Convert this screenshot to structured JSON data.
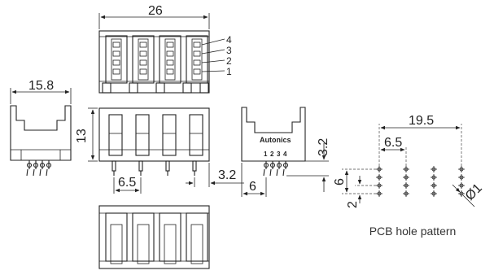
{
  "dimensions": {
    "width_top": "26",
    "width_side": "15.8",
    "height": "13",
    "pitch_front": "6.5",
    "offset_front": "3.2",
    "pcb_span": "19.5",
    "pcb_pitch": "6.5",
    "side_height": "3.2",
    "side_offset": "6",
    "pcb_vertical": "6",
    "pcb_small": "2",
    "hole_diameter": "Ø1"
  },
  "pin_labels": [
    "4",
    "3",
    "2",
    "1"
  ],
  "side_pin_labels": [
    "1",
    "2",
    "3",
    "4"
  ],
  "brand": "Autonics",
  "caption": "PCB hole pattern"
}
